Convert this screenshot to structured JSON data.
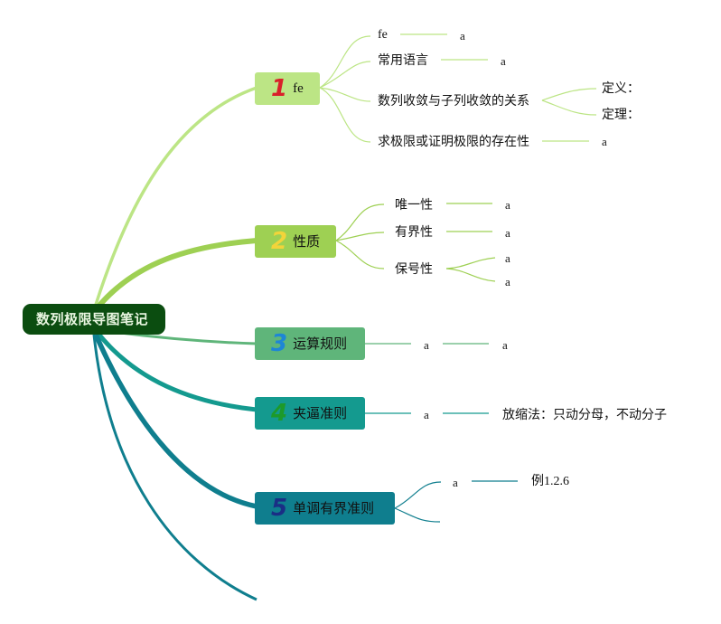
{
  "root": {
    "label": "数列极限导图笔记"
  },
  "branches": [
    {
      "number": "1",
      "label": "fe",
      "color": "#bce585",
      "number_color": "#d9202a",
      "children": [
        {
          "label": "fe",
          "leaf": "a"
        },
        {
          "label": "常用语言",
          "leaf": "a"
        },
        {
          "label": "数列收敛与子列收敛的关系",
          "subs": [
            "定义：",
            "定理："
          ]
        },
        {
          "label": "求极限或证明极限的存在性",
          "leaf": "a"
        }
      ]
    },
    {
      "number": "2",
      "label": "性质",
      "color": "#9ed053",
      "number_color": "#f2d43a",
      "children": [
        {
          "label": "唯一性",
          "leaf": "a"
        },
        {
          "label": "有界性",
          "leaf": "a"
        },
        {
          "label": "保号性",
          "leaves": [
            "a",
            "a"
          ]
        }
      ]
    },
    {
      "number": "3",
      "label": "运算规则",
      "color": "#5fb57a",
      "number_color": "#1e86d6",
      "children": [
        {
          "label": "a",
          "leaf": "a"
        }
      ]
    },
    {
      "number": "4",
      "label": "夹逼准则",
      "color": "#149a8f",
      "number_color": "#1d9a2a",
      "children": [
        {
          "label": "a",
          "leaf": "放缩法：只动分母，不动分子"
        }
      ]
    },
    {
      "number": "5",
      "label": "单调有界准则",
      "color": "#0f7e8e",
      "number_color": "#1a2e85",
      "children": [
        {
          "label": "a",
          "leaf": "例1.2.6"
        },
        {
          "label": ""
        }
      ]
    }
  ]
}
